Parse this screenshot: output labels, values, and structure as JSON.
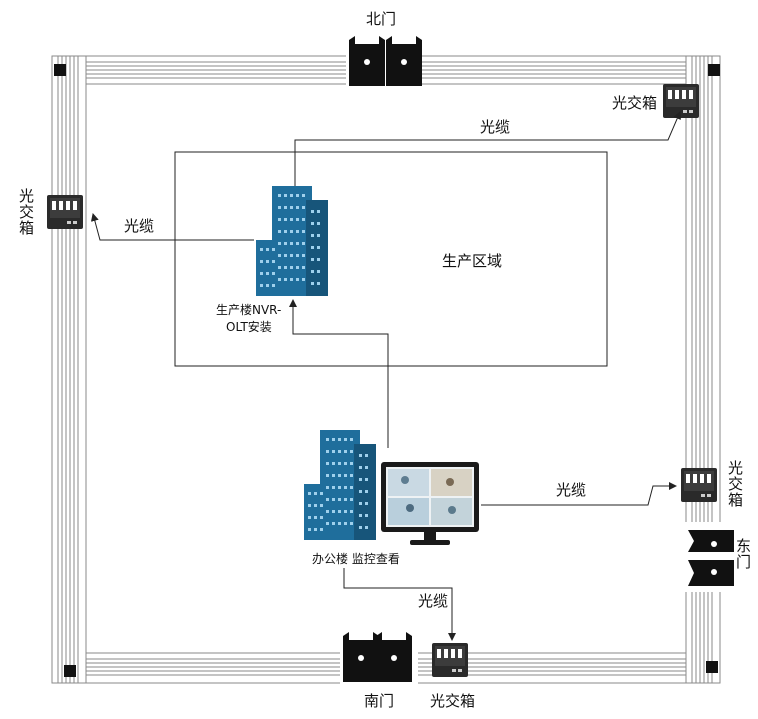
{
  "labels": {
    "north_gate": "北门",
    "south_gate": "南门",
    "east_gate": "东门",
    "fiber_box_top_right": "光交箱",
    "fiber_box_left": "光交箱",
    "fiber_box_right": "光交箱",
    "fiber_box_bottom": "光交箱",
    "production_area": "生产区域",
    "production_building_line1": "生产楼NVR-",
    "production_building_line2": "OLT安装",
    "office_building": "办公楼 监控查看",
    "cable_top": "光缆",
    "cable_left": "光缆",
    "cable_right": "光缆",
    "cable_bottom": "光缆"
  },
  "colors": {
    "building_blue": "#1f6e9c",
    "building_blue_dark": "#17557a",
    "wall_gray": "#8a8a8a",
    "line_dark": "#222222"
  },
  "icons": {
    "gate": "gate-icon",
    "fiber_box": "fiber-box-icon",
    "building": "building-icon",
    "monitor": "monitor-icon"
  }
}
